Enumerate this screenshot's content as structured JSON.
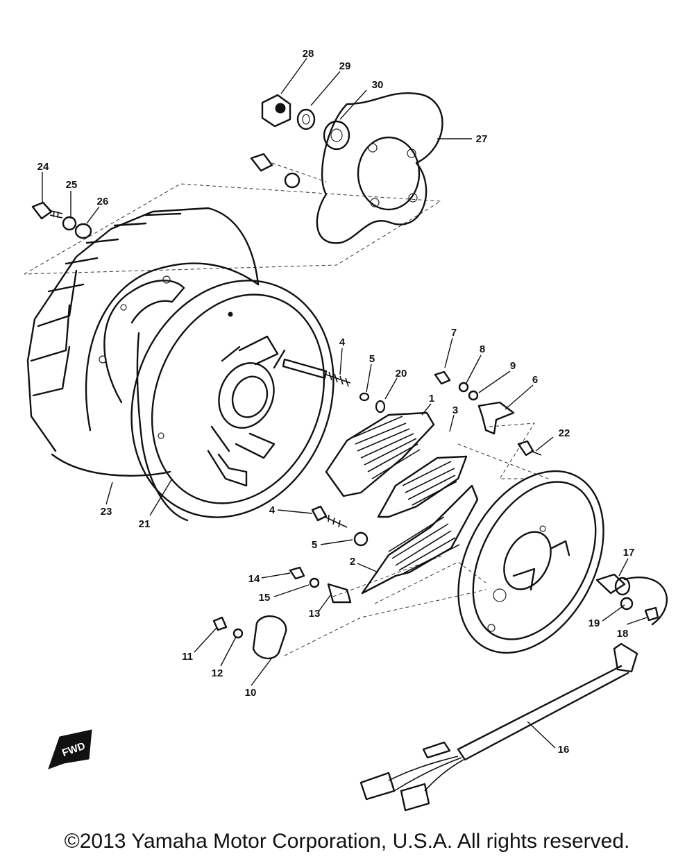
{
  "diagram": {
    "callouts": [
      "28",
      "29",
      "30",
      "27",
      "24",
      "25",
      "26",
      "23",
      "21",
      "4",
      "5",
      "20",
      "1",
      "3",
      "7",
      "8",
      "9",
      "6",
      "22",
      "4",
      "5",
      "2",
      "14",
      "15",
      "13",
      "11",
      "12",
      "10",
      "17",
      "19",
      "18",
      "16"
    ],
    "front_marker": "FWD"
  },
  "copyright": "©2013 Yamaha Motor Corporation, U.S.A. All rights reserved."
}
